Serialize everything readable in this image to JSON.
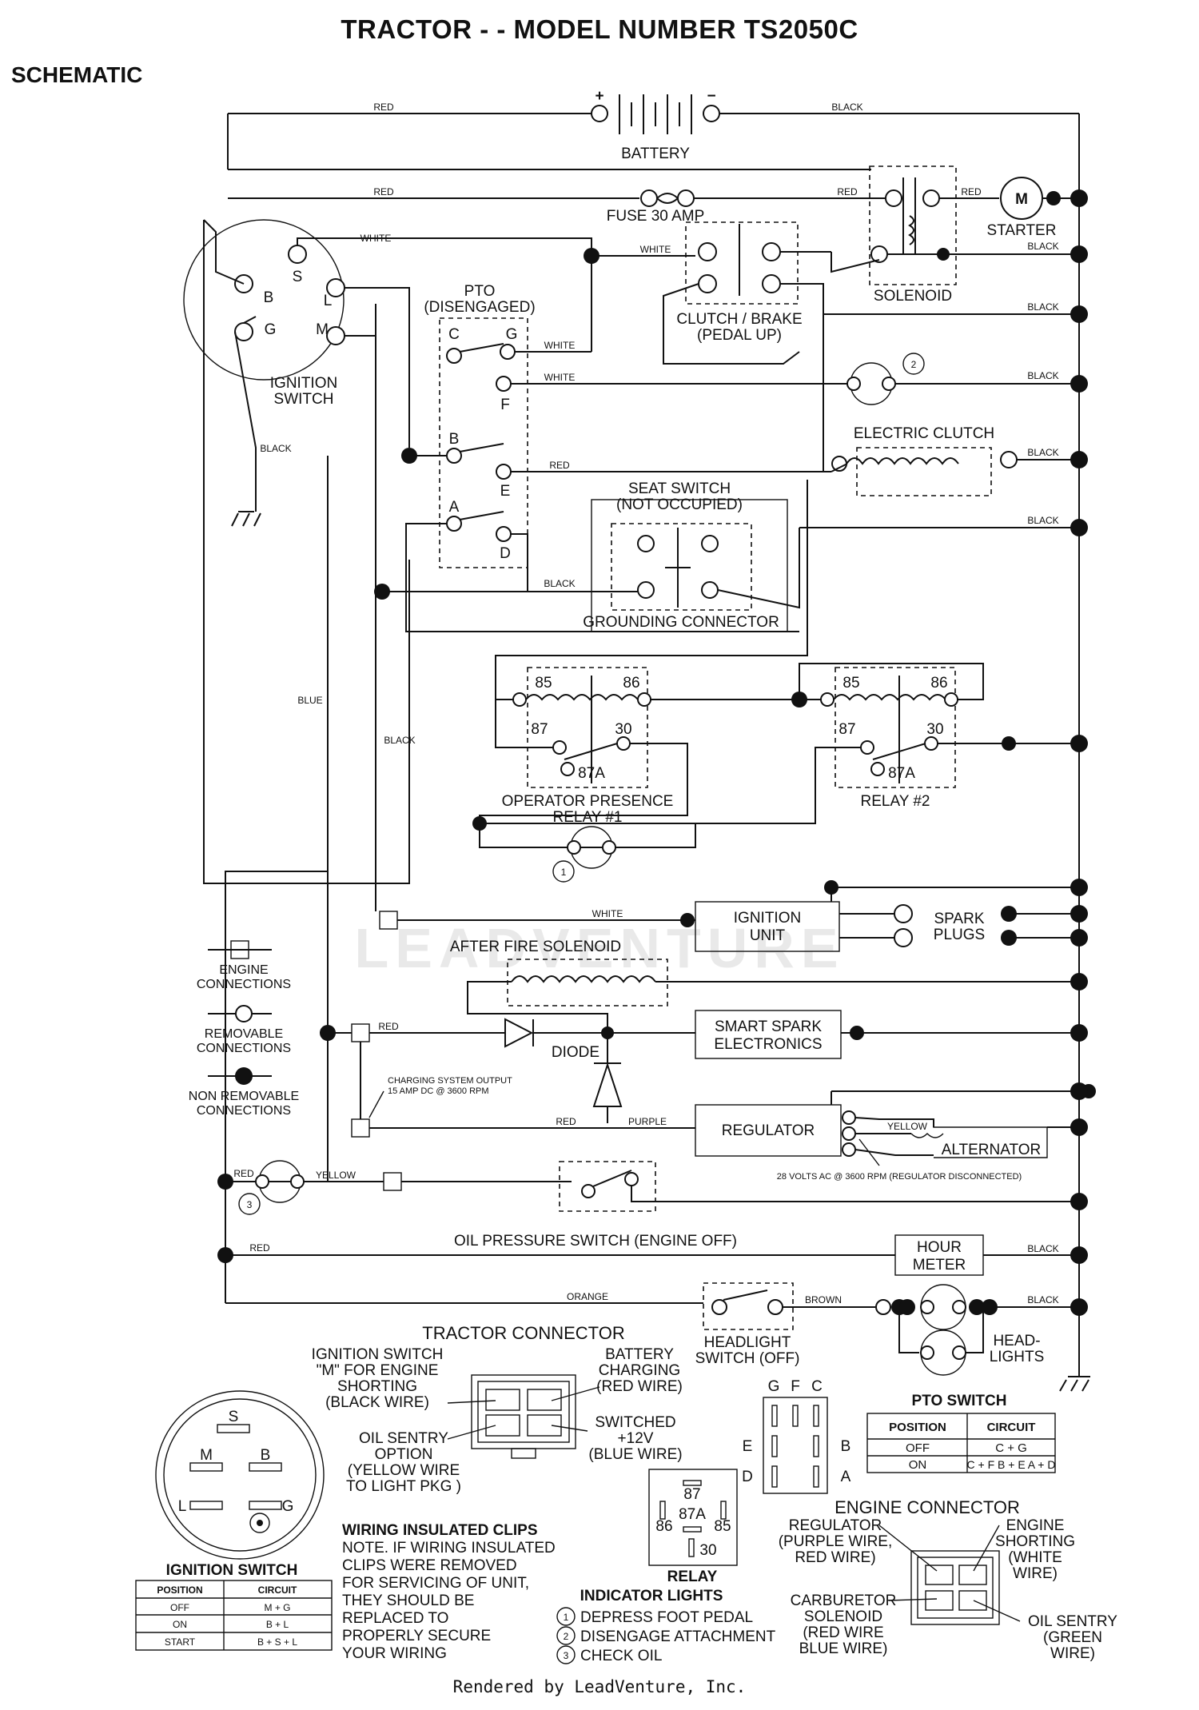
{
  "title": "TRACTOR - - MODEL NUMBER TS2050C",
  "subtitle": "SCHEMATIC",
  "footer": "Rendered by LeadVenture, Inc.",
  "watermark": "LEADVENTURE",
  "components": {
    "battery": "BATTERY",
    "battery_plus": "+",
    "battery_minus": "−",
    "fuse": "FUSE 30 AMP",
    "starter": "STARTER",
    "starter_m": "M",
    "solenoid": "SOLENOID",
    "ignition_switch": [
      "IGNITION",
      "SWITCH"
    ],
    "ign_terms": [
      "S",
      "B",
      "L",
      "G",
      "M"
    ],
    "pto": [
      "PTO",
      "(DISENGAGED)"
    ],
    "pto_terms": [
      "C",
      "G",
      "F",
      "B",
      "E",
      "A",
      "D"
    ],
    "clutch_brake": [
      "CLUTCH / BRAKE",
      "(PEDAL UP)"
    ],
    "electric_clutch": "ELECTRIC CLUTCH",
    "seat_switch": [
      "SEAT SWITCH",
      "(NOT OCCUPIED)"
    ],
    "grounding_connector": "GROUNDING CONNECTOR",
    "relay_pins": [
      "85",
      "86",
      "87",
      "30",
      "87A"
    ],
    "relay1": [
      "OPERATOR PRESENCE",
      "RELAY #1"
    ],
    "relay2": "RELAY #2",
    "ignition_unit": [
      "IGNITION",
      "UNIT"
    ],
    "spark_plugs": [
      "SPARK",
      "PLUGS"
    ],
    "after_fire": "AFTER FIRE SOLENOID",
    "smart_spark": [
      "SMART SPARK",
      "ELECTRONICS"
    ],
    "diode": "DIODE",
    "regulator": "REGULATOR",
    "alternator": "ALTERNATOR",
    "charging_output": [
      "CHARGING SYSTEM OUTPUT",
      "15 AMP DC @ 3600 RPM"
    ],
    "alt_volts": "28 VOLTS AC @ 3600 RPM (REGULATOR DISCONNECTED)",
    "oil_pressure": "OIL PRESSURE SWITCH (ENGINE OFF)",
    "hour_meter": [
      "HOUR",
      "METER"
    ],
    "headlight_switch": [
      "HEADLIGHT",
      "SWITCH (OFF)"
    ],
    "headlights": [
      "HEAD-",
      "LIGHTS"
    ],
    "bulb_nums": [
      "1",
      "2",
      "3"
    ]
  },
  "wire_colors": {
    "red": "RED",
    "black": "BLACK",
    "white": "WHITE",
    "blue": "BLUE",
    "yellow": "YELLOW",
    "purple": "PURPLE",
    "orange": "ORANGE",
    "brown": "BROWN"
  },
  "legend": {
    "engine": [
      "ENGINE",
      "CONNECTIONS"
    ],
    "removable": [
      "REMOVABLE",
      "CONNECTIONS"
    ],
    "non_removable": [
      "NON REMOVABLE",
      "CONNECTIONS"
    ]
  },
  "tractor_connector": {
    "title": "TRACTOR CONNECTOR",
    "left_top": [
      "IGNITION SWITCH",
      "\"M\" FOR ENGINE",
      "SHORTING",
      "(BLACK WIRE)"
    ],
    "right_top": [
      "BATTERY",
      "CHARGING",
      "(RED WIRE)"
    ],
    "left_bottom": [
      "OIL SENTRY",
      "OPTION",
      "(YELLOW WIRE",
      "TO LIGHT PKG )"
    ],
    "right_bottom": [
      "SWITCHED",
      "+12V",
      "(BLUE WIRE)"
    ]
  },
  "pto_switch_table": {
    "title": "PTO SWITCH",
    "letters_top": [
      "G",
      "F",
      "C"
    ],
    "letters_left": [
      "E",
      "D"
    ],
    "letters_right": [
      "B",
      "A"
    ],
    "headers": [
      "POSITION",
      "CIRCUIT"
    ],
    "rows": [
      [
        "OFF",
        "C + G"
      ],
      [
        "ON",
        "C + F  B + E  A + D"
      ]
    ]
  },
  "ignition_switch_table": {
    "title": "IGNITION SWITCH",
    "terms": [
      "S",
      "M",
      "B",
      "L",
      "G"
    ],
    "headers": [
      "POSITION",
      "CIRCUIT"
    ],
    "rows": [
      [
        "OFF",
        "M + G"
      ],
      [
        "ON",
        "B + L"
      ],
      [
        "START",
        "B + S + L"
      ]
    ]
  },
  "relay_pinout": {
    "title": "RELAY",
    "pins": [
      "87",
      "86",
      "87A",
      "85",
      "30"
    ]
  },
  "notes": {
    "clips": [
      "WIRING INSULATED CLIPS",
      "NOTE. IF WIRING INSULATED",
      "CLIPS WERE REMOVED",
      "FOR SERVICING OF UNIT,",
      "THEY SHOULD BE",
      "REPLACED TO",
      "PROPERLY SECURE",
      "YOUR WIRING"
    ]
  },
  "indicator_lights": {
    "title": "INDICATOR LIGHTS",
    "items": [
      {
        "num": "1",
        "label": "DEPRESS FOOT PEDAL"
      },
      {
        "num": "2",
        "label": "DISENGAGE ATTACHMENT"
      },
      {
        "num": "3",
        "label": "CHECK OIL"
      }
    ]
  },
  "engine_connector": {
    "title": "ENGINE CONNECTOR",
    "left_top": [
      "REGULATOR",
      "(PURPLE WIRE,",
      "RED WIRE)"
    ],
    "right_top": [
      "ENGINE",
      "SHORTING",
      "(WHITE",
      "WIRE)"
    ],
    "left_bottom": [
      "CARBURETOR",
      "SOLENOID",
      "(RED WIRE",
      "BLUE WIRE)"
    ],
    "right_bottom": [
      "OIL SENTRY",
      "(GREEN",
      "WIRE)"
    ]
  }
}
